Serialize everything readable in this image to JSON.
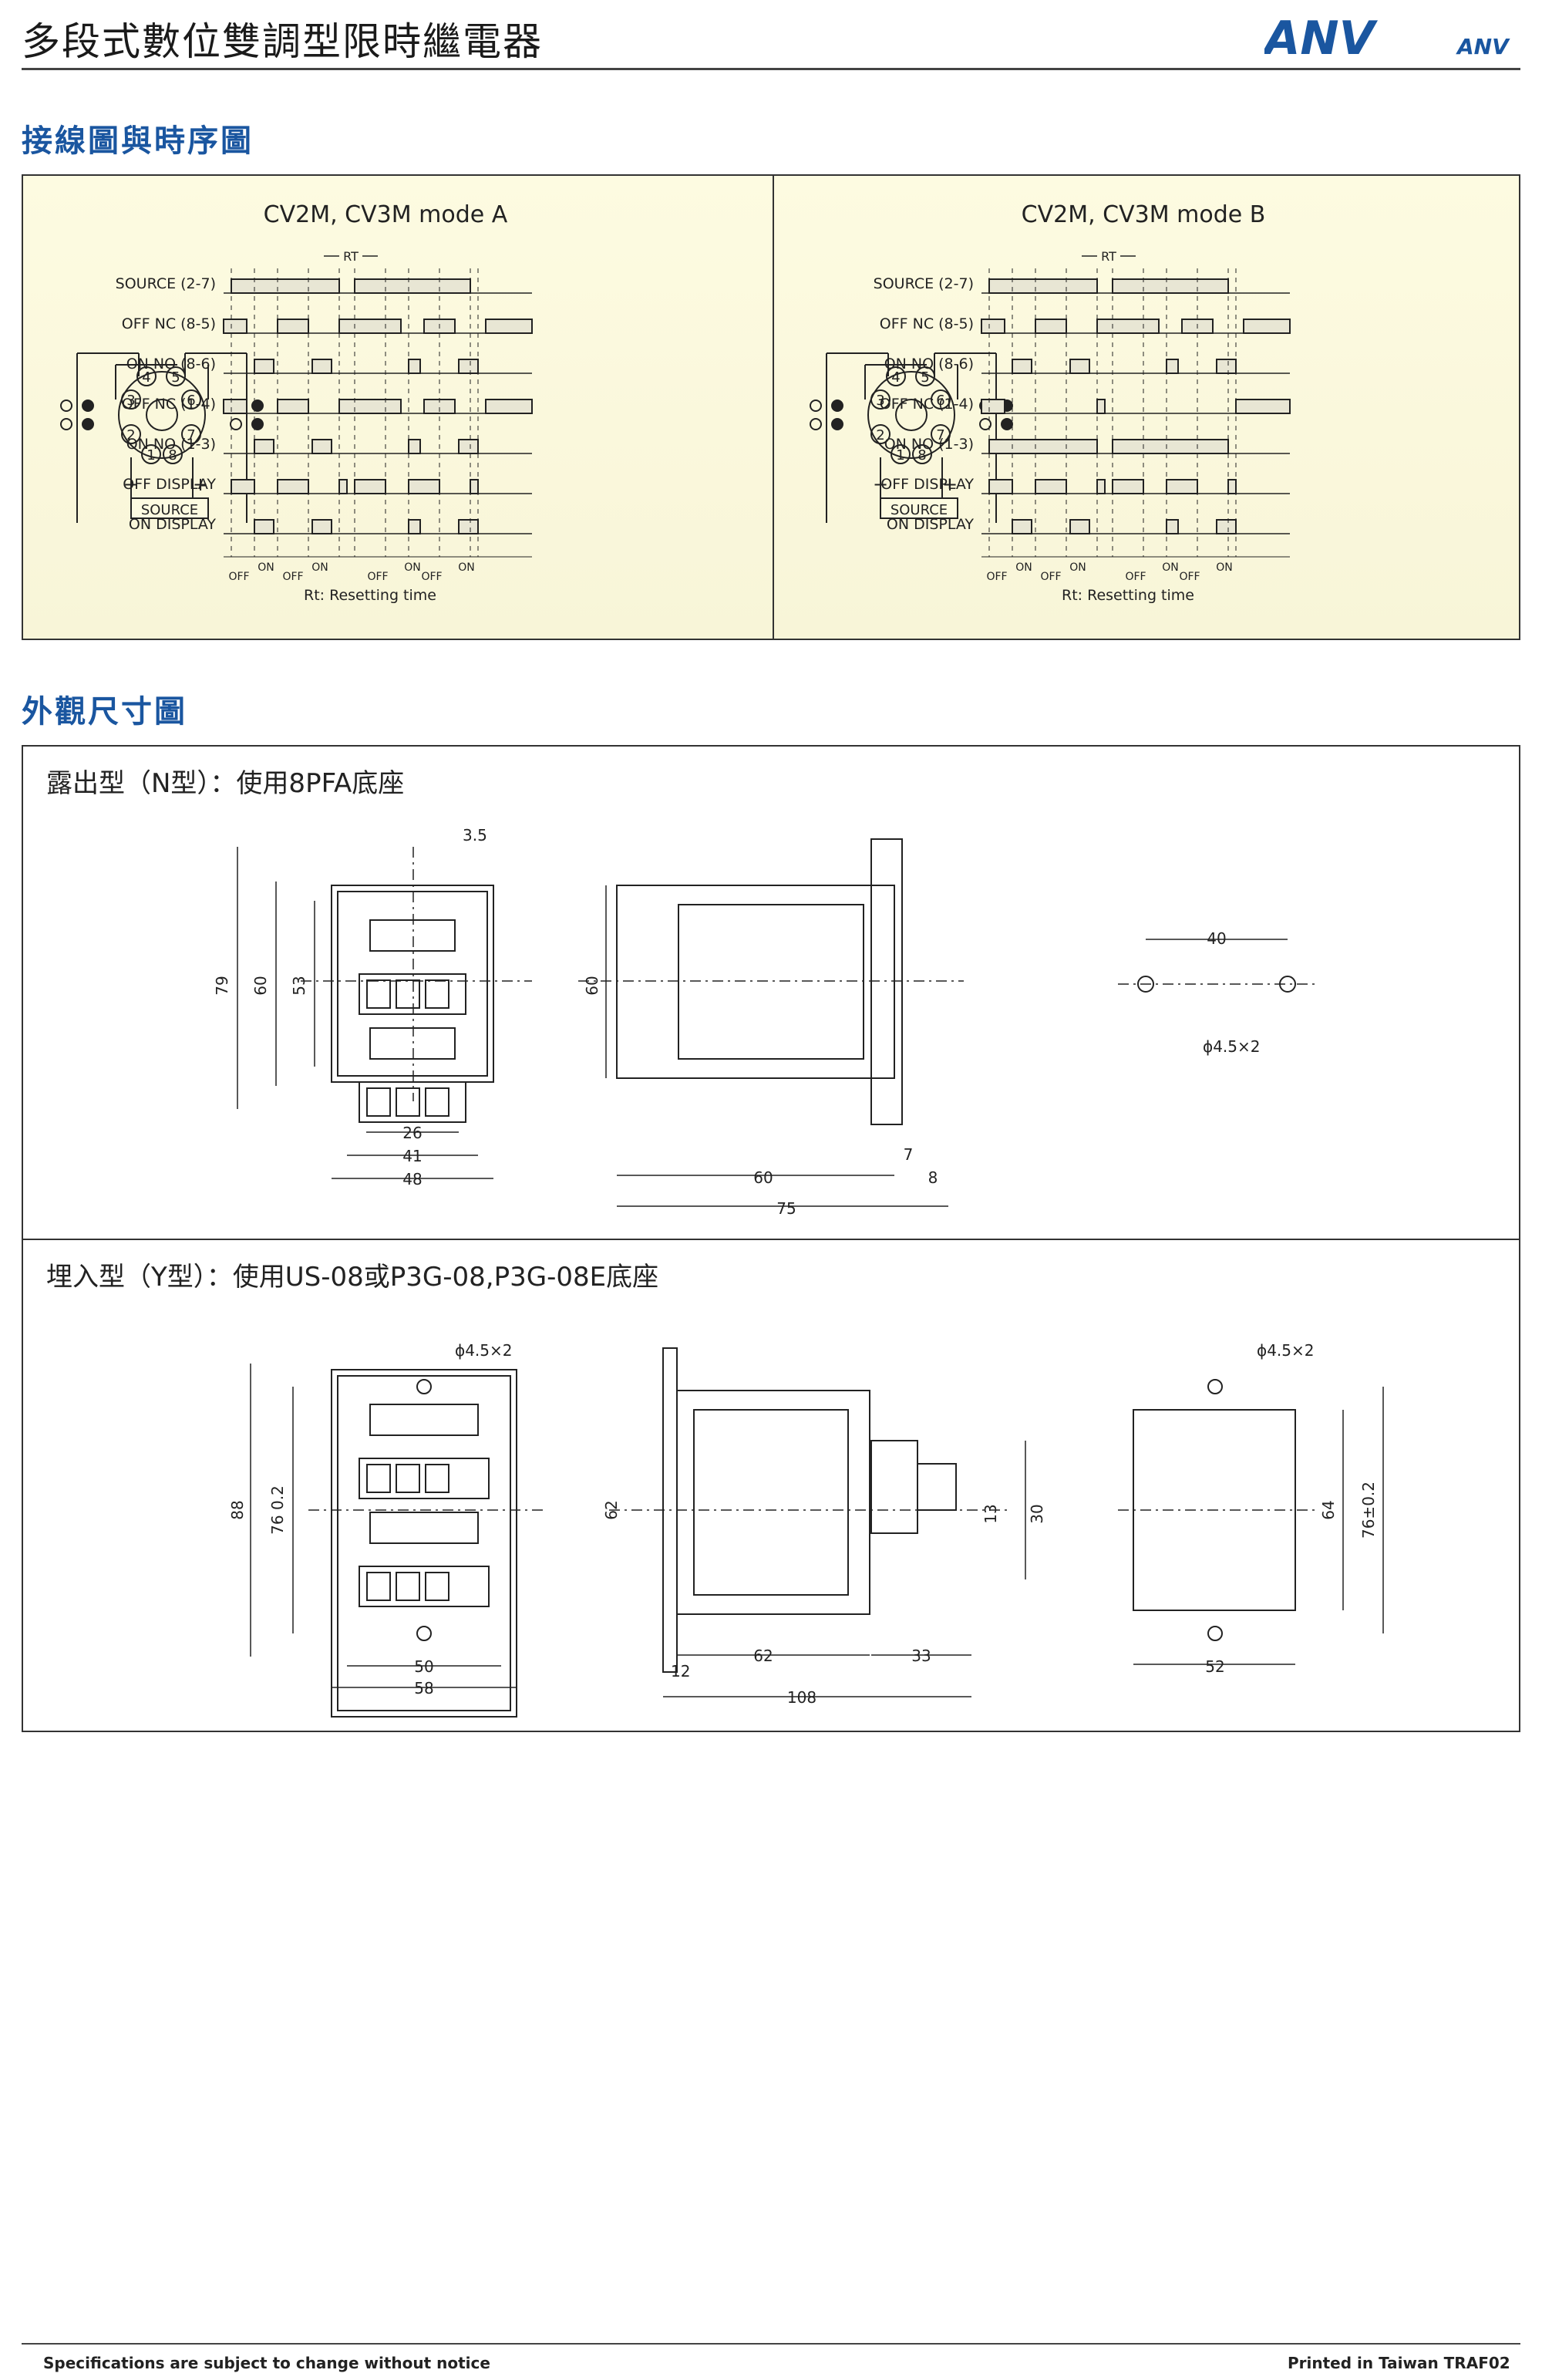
{
  "header": {
    "title": "多段式數位雙調型限時繼電器",
    "logo_main": "ANV",
    "logo_small": "ANV",
    "brand_color": "#1a56a0"
  },
  "sections": {
    "wiring": "接線圖與時序圖",
    "dimensions": "外觀尺寸圖"
  },
  "wiring": {
    "mode_a_title": "CV2M, CV3M mode A",
    "mode_b_title": "CV2M, CV3M mode B",
    "signals": [
      "SOURCE (2-7)",
      "OFF NC (8-5)",
      "ON NO (8-6)",
      "OFF NC (1-4)",
      "ON NO (1-3)",
      "OFF DISPLAY",
      "ON DISPLAY"
    ],
    "rt_label": "RT",
    "off_label": "OFF",
    "on_label": "ON",
    "note": "Rt: Resetting time",
    "source_label": "SOURCE",
    "minus": "−",
    "plus": "+",
    "pins": [
      "1",
      "2",
      "3",
      "4",
      "5",
      "6",
      "7",
      "8"
    ]
  },
  "dimensions": {
    "n_type_caption": "露出型（N型）：使用8PFA底座",
    "y_type_caption": "埋入型（Y型）：使用US-08或P3G-08,P3G-08E底座",
    "n": {
      "d3_5": "3.5",
      "d79": "79",
      "d60": "60",
      "d53": "53",
      "d26": "26",
      "d41": "41",
      "d48": "48",
      "side60": "60",
      "d7": "7",
      "d8": "8",
      "d60b": "60",
      "d75": "75",
      "d40": "40",
      "hole": "ϕ4.5×2"
    },
    "y": {
      "hole": "ϕ4.5×2",
      "d88": "88",
      "d76": "76  0.2",
      "d50": "50",
      "d58": "58",
      "d62": "62",
      "d12": "12",
      "d62b": "62",
      "d33": "33",
      "d108": "108",
      "d13": "13",
      "d30": "30",
      "hole2": "ϕ4.5×2",
      "d64": "64",
      "d76b": "76±0.2",
      "d52": "52"
    }
  },
  "footer": {
    "left": "Specifications are subject to change without notice",
    "right": "Printed in Taiwan   TRAF02"
  }
}
